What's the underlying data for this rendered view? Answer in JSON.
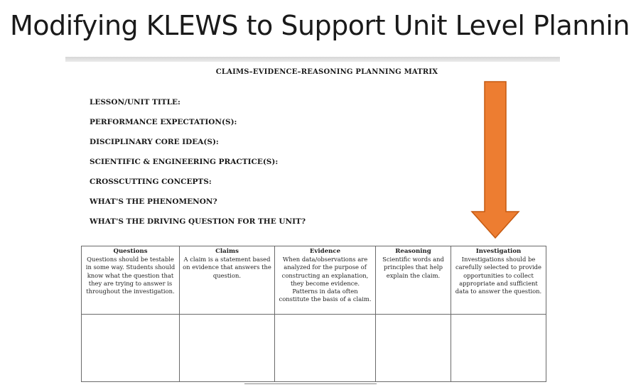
{
  "slide": {
    "title": "Modifying KLEWS to Support Unit Level Planning"
  },
  "document": {
    "heading": "CLAIMS–EVIDENCE–REASONING PLANNING MATRIX",
    "fields": [
      "LESSON/UNIT TITLE:",
      "PERFORMANCE EXPECTATION(S):",
      "DISCIPLINARY CORE IDEA(S):",
      "SCIENTIFIC & ENGINEERING PRACTICE(S):",
      "CROSSCUTTING CONCEPTS:",
      "WHAT'S THE PHENOMENON?",
      "WHAT'S THE DRIVING QUESTION FOR THE UNIT?"
    ],
    "matrix": {
      "columns": [
        {
          "title": "Questions",
          "description": "Questions should be testable in some way. Students should know what the question that they are trying to answer is throughout the investigation."
        },
        {
          "title": "Claims",
          "description": "A claim is a statement based on evidence that answers the question."
        },
        {
          "title": "Evidence",
          "description": "When data/observations are analyzed for the purpose of constructing an explanation, they become evidence. Patterns in data often constitute the basis of a claim."
        },
        {
          "title": "Reasoning",
          "description": "Scientific words and principles that help explain the claim."
        },
        {
          "title": "Investigation",
          "description": "Investigations should be carefully selected to provide opportunities to collect appropriate and sufficient data to answer the question."
        }
      ]
    }
  },
  "colors": {
    "arrow_fill": "#ED7D31",
    "arrow_stroke": "#C55A11"
  },
  "icons": {
    "arrow": "down-arrow-icon"
  }
}
